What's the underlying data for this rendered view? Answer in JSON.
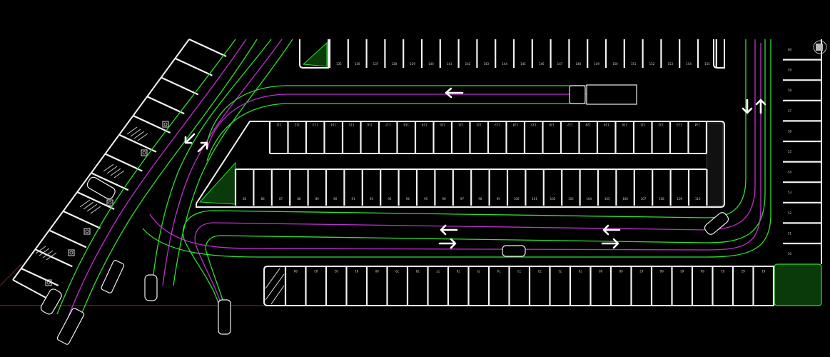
{
  "drawing": {
    "title": "Parking lot layout",
    "colors": {
      "background": "#000000",
      "stalls": "#f2f2f2",
      "vehicle_path_outer": "#2fe02f",
      "vehicle_path_center": "#c030d0",
      "property_line": "#8b1a1a",
      "landscape": "#2fe02f"
    },
    "rows": {
      "top_row": {
        "stall_numbers": [
          "135",
          "136",
          "137",
          "138",
          "139",
          "140",
          "141",
          "142",
          "143",
          "144",
          "145",
          "146",
          "147",
          "148",
          "149",
          "150",
          "151",
          "152",
          "153",
          "154",
          "155"
        ]
      },
      "island_upper_row": {
        "stall_numbers": [
          "111",
          "112",
          "113",
          "114",
          "115",
          "116",
          "117",
          "118",
          "119",
          "120",
          "121",
          "122",
          "123",
          "124",
          "125",
          "126",
          "127",
          "128",
          "129",
          "130",
          "131",
          "132",
          "133",
          "134"
        ]
      },
      "island_lower_row": {
        "stall_numbers": [
          "85",
          "86",
          "87",
          "88",
          "89",
          "90",
          "91",
          "92",
          "93",
          "94",
          "95",
          "96",
          "97",
          "98",
          "99",
          "100",
          "101",
          "102",
          "103",
          "104",
          "105",
          "106",
          "107",
          "108",
          "109",
          "110"
        ]
      },
      "bottom_row": {
        "stall_numbers": [
          "84",
          "83",
          "82",
          "81",
          "80",
          "79",
          "78",
          "77",
          "76",
          "75",
          "74",
          "73",
          "72",
          "71",
          "70",
          "69",
          "68",
          "67",
          "66",
          "65",
          "64",
          "63",
          "62",
          "61"
        ]
      },
      "right_column": {
        "stall_numbers": [
          "60",
          "59",
          "58",
          "57",
          "56",
          "55",
          "54",
          "53",
          "52",
          "51",
          "50"
        ]
      }
    },
    "traffic_arrows": [
      "one-way-left-arrow",
      "two-way-arrow",
      "two-way-arrow",
      "two-way-vertical-arrow",
      "two-way-diagonal-arrow"
    ],
    "icons": {
      "compass": "compass-icon",
      "accessible": "accessible-parking-icon"
    }
  }
}
